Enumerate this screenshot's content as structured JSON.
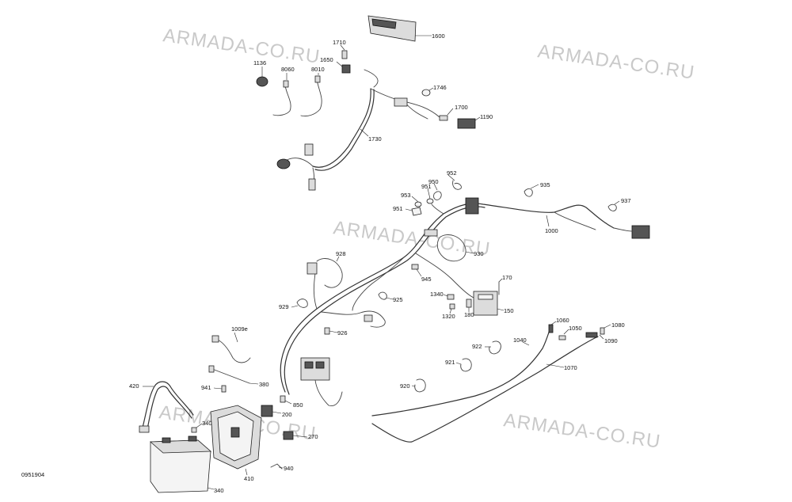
{
  "watermark": "ARMADA-CO.RU",
  "figure_code": "0951904",
  "callouts": {
    "c1600": "1600",
    "c1710": "1710",
    "c1136": "1136",
    "c8060": "8060",
    "c8010": "8010",
    "c1650": "1650",
    "c1746": "1746",
    "c1700": "1700",
    "c1190": "1190",
    "c1730": "1730",
    "c952": "952",
    "c951a": "951",
    "c950": "950",
    "c953": "953",
    "c951b": "951",
    "c935": "935",
    "c937": "937",
    "c1000": "1000",
    "c928": "928",
    "c930": "930",
    "c945": "945",
    "c929": "929",
    "c925": "925",
    "c170": "170",
    "c1340": "1340",
    "c150": "150",
    "c1320": "1320",
    "c180": "180",
    "c926": "926",
    "c1060": "1060",
    "c1050": "1050",
    "c1080": "1080",
    "c1090": "1090",
    "c922": "922",
    "c1040": "1040",
    "c1009": "1009e",
    "c921": "921",
    "c1070": "1070",
    "c920": "920",
    "c420": "420",
    "c941": "941",
    "c380": "380",
    "c850": "850",
    "c200": "200",
    "c340a": "340a",
    "c270": "270",
    "c410": "410",
    "c340": "340",
    "c940": "940"
  }
}
